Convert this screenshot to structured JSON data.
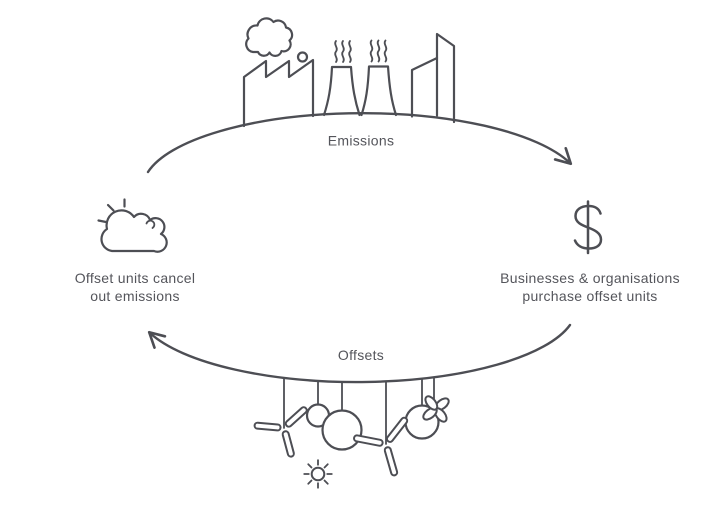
{
  "colors": {
    "background": "#ffffff",
    "line": "#4d4e54",
    "text": "#54555b"
  },
  "labels": {
    "top_flow": "Emissions",
    "bottom_flow": "Offsets"
  },
  "captions": {
    "left": {
      "line1": "Offset units cancel",
      "line2": "out emissions"
    },
    "right": {
      "line1": "Businesses & organisations",
      "line2": "purchase offset units"
    }
  },
  "icons": {
    "top": [
      "factory-with-smoke-icon",
      "cooling-towers-icon",
      "city-buildings-icon"
    ],
    "right": {
      "name": "dollar-sign-icon",
      "symbol": "$"
    },
    "bottom": [
      "wind-turbine-icon",
      "round-tree-icon",
      "flower-tree-icon",
      "sun-icon"
    ],
    "left": "cloud-with-sun-rays-icon"
  }
}
